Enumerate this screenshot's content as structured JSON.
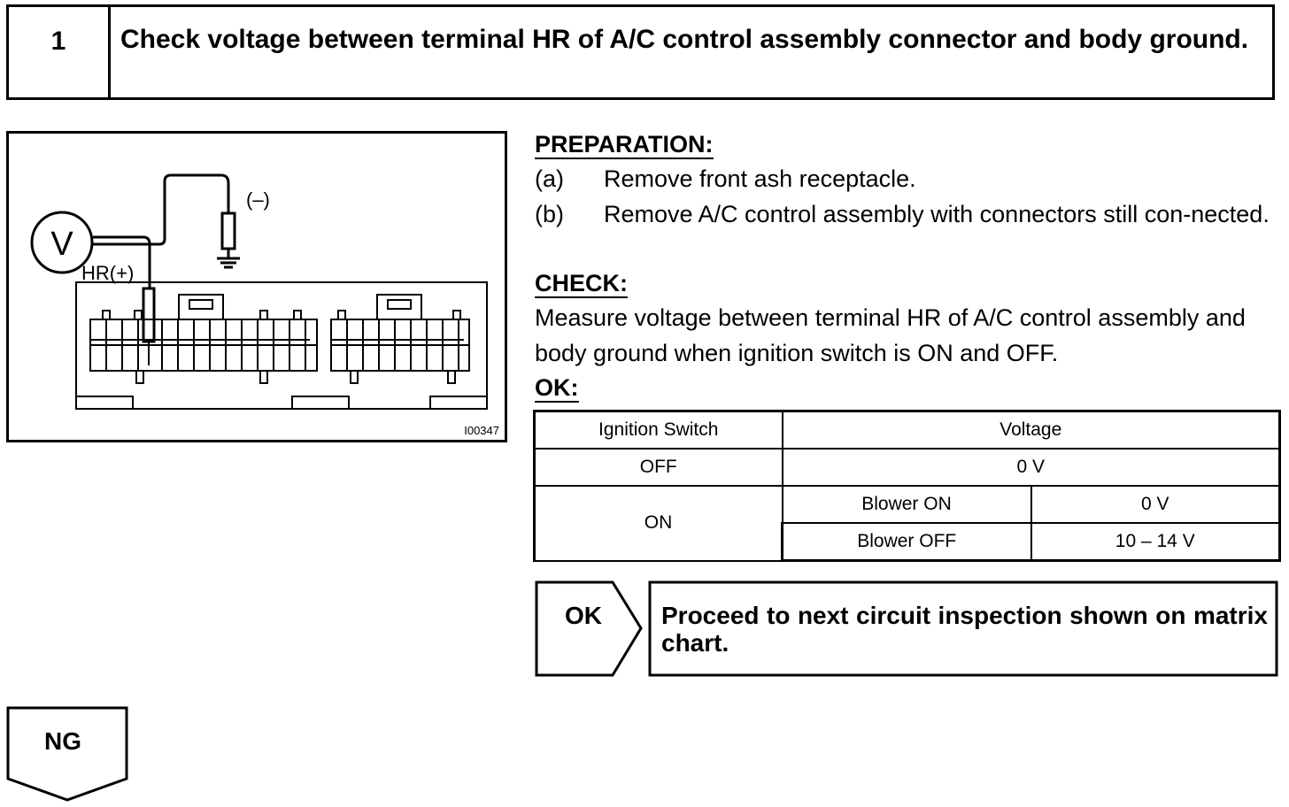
{
  "step": {
    "number": "1",
    "title": "Check voltage between terminal HR of A/C control assembly connector and body ground."
  },
  "figure": {
    "meter_symbol": "V",
    "negative_label": "(–)",
    "positive_label": "HR(+)",
    "figure_id": "I00347"
  },
  "preparation": {
    "heading": "PREPARATION:",
    "steps": [
      {
        "label": "(a)",
        "text": "Remove front ash receptacle."
      },
      {
        "label": "(b)",
        "text": "Remove A/C control assembly with connectors still con-nected."
      }
    ]
  },
  "check": {
    "heading": "CHECK:",
    "text": "Measure voltage between terminal HR of A/C control assembly and body ground when ignition switch is ON and OFF."
  },
  "ok_section": {
    "heading": "OK:",
    "table": {
      "headers": [
        "Ignition Switch",
        "Voltage"
      ],
      "rows": [
        {
          "switch": "OFF",
          "voltage": "0 V"
        },
        {
          "switch": "ON",
          "sub": [
            {
              "condition": "Blower ON",
              "voltage": "0 V"
            },
            {
              "condition": "Blower OFF",
              "voltage": "10 – 14 V"
            }
          ]
        }
      ]
    }
  },
  "result_ok": {
    "label": "OK",
    "text": "Proceed to next circuit inspection shown on matrix chart."
  },
  "result_ng": {
    "label": "NG"
  }
}
